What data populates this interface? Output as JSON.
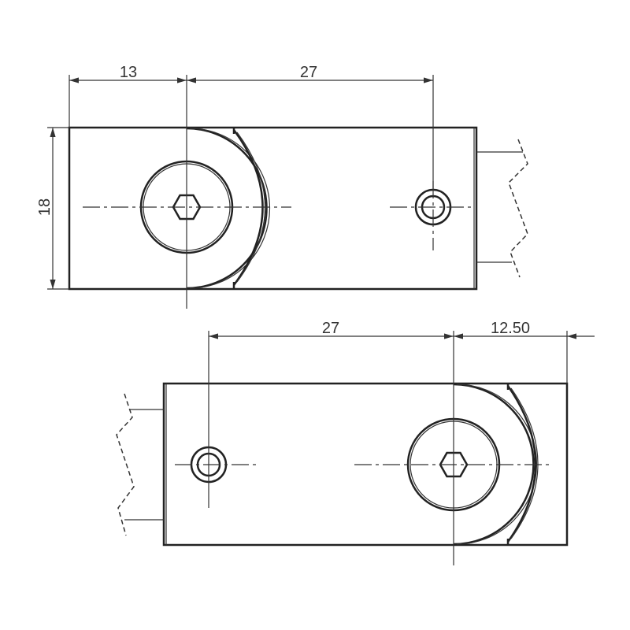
{
  "top_view": {
    "dim_left": "13",
    "dim_right": "27",
    "dim_height": "18"
  },
  "bottom_view": {
    "dim_left": "27",
    "dim_right": "12.50"
  },
  "colors": {
    "line": "#222222"
  }
}
